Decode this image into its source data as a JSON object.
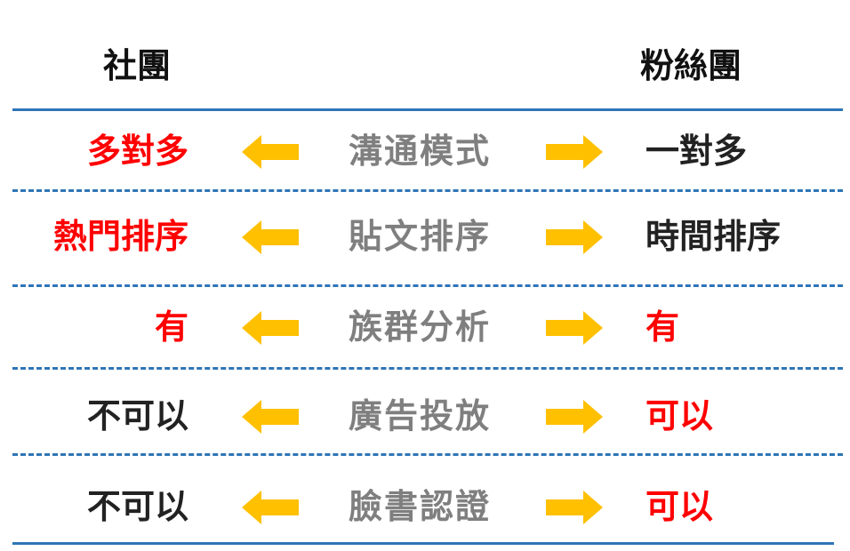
{
  "headers": {
    "left": "社團",
    "right": "粉絲團"
  },
  "colors": {
    "red": "#ff0000",
    "dark": "#222222",
    "gray": "#7f7f7f",
    "arrow": "#ffc000",
    "line": "#2e75b6"
  },
  "rows": [
    {
      "feature": "溝通模式",
      "left": "多對多",
      "left_color": "#ff0000",
      "right": "一對多",
      "right_color": "#222222"
    },
    {
      "feature": "貼文排序",
      "left": "熱門排序",
      "left_color": "#ff0000",
      "right": "時間排序",
      "right_color": "#222222"
    },
    {
      "feature": "族群分析",
      "left": "有",
      "left_color": "#ff0000",
      "right": "有",
      "right_color": "#ff0000"
    },
    {
      "feature": "廣告投放",
      "left": "不可以",
      "left_color": "#222222",
      "right": "可以",
      "right_color": "#ff0000"
    },
    {
      "feature": "臉書認證",
      "left": "不可以",
      "left_color": "#222222",
      "right": "可以",
      "right_color": "#ff0000"
    }
  ]
}
